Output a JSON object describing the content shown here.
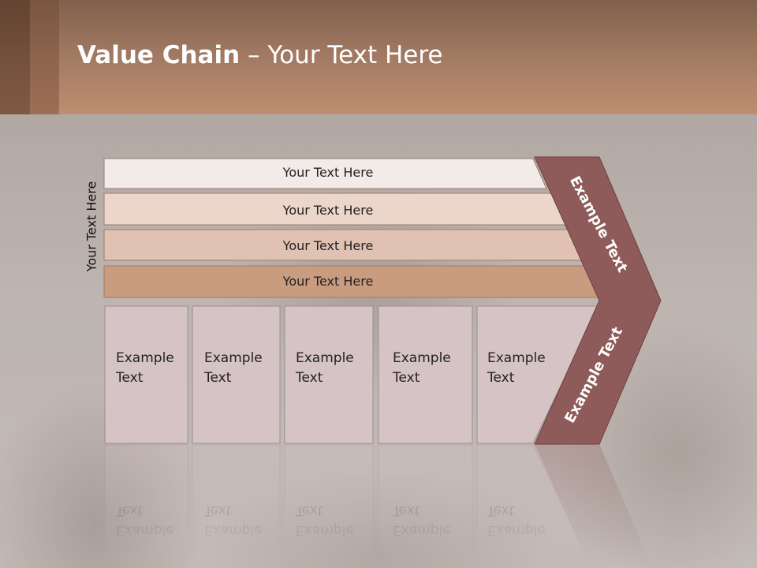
{
  "title": {
    "bold": "Value Chain",
    "rest": " – Your Text Here"
  },
  "side_label": "Your Text Here",
  "bars": [
    {
      "label": "Your Text Here",
      "color": "#f2ebe7"
    },
    {
      "label": "Your Text Here",
      "color": "#ecd6ca"
    },
    {
      "label": "Your Text Here",
      "color": "#dfc2b1"
    },
    {
      "label": "Your Text Here",
      "color": "#c99c80"
    }
  ],
  "boxes": [
    {
      "line1": "Example",
      "line2": "Text"
    },
    {
      "line1": "Example",
      "line2": "Text"
    },
    {
      "line1": "Example",
      "line2": "Text"
    },
    {
      "line1": "Example",
      "line2": "Text"
    },
    {
      "line1": "Example",
      "line2": "Text"
    }
  ],
  "chevron": {
    "upper_label": "Example Text",
    "lower_label": "Example Text",
    "color": "#8e5a5a"
  },
  "colors": {
    "box_fill": "#d5c3c5",
    "box_stroke": "#9c8f8c",
    "bar_stroke": "#9a7c6c"
  }
}
